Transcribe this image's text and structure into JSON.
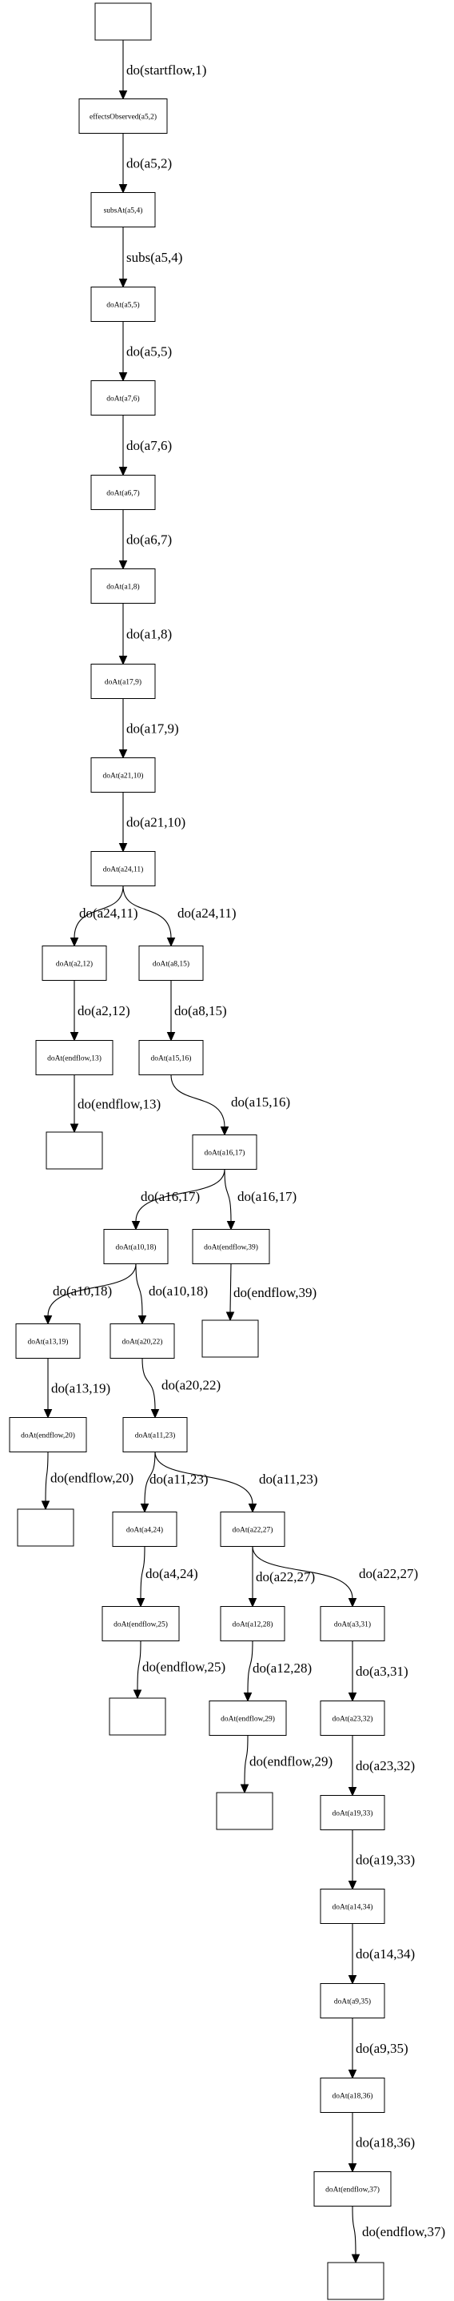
{
  "nodes": [
    {
      "id": "n0",
      "label": ""
    },
    {
      "id": "n1",
      "label": "effectsObserved(a5,2)"
    },
    {
      "id": "n2",
      "label": "subsAt(a5,4)"
    },
    {
      "id": "n3",
      "label": "doAt(a5,5)"
    },
    {
      "id": "n4",
      "label": "doAt(a7,6)"
    },
    {
      "id": "n5",
      "label": "doAt(a6,7)"
    },
    {
      "id": "n6",
      "label": "doAt(a1,8)"
    },
    {
      "id": "n7",
      "label": "doAt(a17,9)"
    },
    {
      "id": "n8",
      "label": "doAt(a21,10)"
    },
    {
      "id": "n9",
      "label": "doAt(a24,11)"
    },
    {
      "id": "n10",
      "label": "doAt(a2,12)"
    },
    {
      "id": "n11",
      "label": "doAt(a8,15)"
    },
    {
      "id": "n12",
      "label": "doAt(endflow,13)"
    },
    {
      "id": "n13",
      "label": "doAt(a15,16)"
    },
    {
      "id": "n14",
      "label": ""
    },
    {
      "id": "n15",
      "label": "doAt(a16,17)"
    },
    {
      "id": "n16",
      "label": "doAt(a10,18)"
    },
    {
      "id": "n17",
      "label": "doAt(endflow,39)"
    },
    {
      "id": "n18",
      "label": "doAt(a13,19)"
    },
    {
      "id": "n19",
      "label": "doAt(a20,22)"
    },
    {
      "id": "n20",
      "label": ""
    },
    {
      "id": "n21",
      "label": "doAt(endflow,20)"
    },
    {
      "id": "n22",
      "label": "doAt(a11,23)"
    },
    {
      "id": "n23",
      "label": ""
    },
    {
      "id": "n24",
      "label": "doAt(a4,24)"
    },
    {
      "id": "n25",
      "label": "doAt(a22,27)"
    },
    {
      "id": "n26",
      "label": "doAt(endflow,25)"
    },
    {
      "id": "n27",
      "label": "doAt(a12,28)"
    },
    {
      "id": "n28",
      "label": "doAt(a3,31)"
    },
    {
      "id": "n29",
      "label": ""
    },
    {
      "id": "n30",
      "label": "doAt(endflow,29)"
    },
    {
      "id": "n31",
      "label": "doAt(a23,32)"
    },
    {
      "id": "n32",
      "label": ""
    },
    {
      "id": "n33",
      "label": "doAt(a19,33)"
    },
    {
      "id": "n34",
      "label": "doAt(a14,34)"
    },
    {
      "id": "n35",
      "label": "doAt(a9,35)"
    },
    {
      "id": "n36",
      "label": "doAt(a18,36)"
    },
    {
      "id": "n37",
      "label": "doAt(endflow,37)"
    },
    {
      "id": "n38",
      "label": ""
    }
  ],
  "edges": [
    {
      "from": "n0",
      "to": "n1",
      "label": "do(startflow,1)"
    },
    {
      "from": "n1",
      "to": "n2",
      "label": "do(a5,2)"
    },
    {
      "from": "n2",
      "to": "n3",
      "label": "subs(a5,4)"
    },
    {
      "from": "n3",
      "to": "n4",
      "label": "do(a5,5)"
    },
    {
      "from": "n4",
      "to": "n5",
      "label": "do(a7,6)"
    },
    {
      "from": "n5",
      "to": "n6",
      "label": "do(a6,7)"
    },
    {
      "from": "n6",
      "to": "n7",
      "label": "do(a1,8)"
    },
    {
      "from": "n7",
      "to": "n8",
      "label": "do(a17,9)"
    },
    {
      "from": "n8",
      "to": "n9",
      "label": "do(a21,10)"
    },
    {
      "from": "n9",
      "to": "n10",
      "label": "do(a24,11)"
    },
    {
      "from": "n9",
      "to": "n11",
      "label": "do(a24,11)"
    },
    {
      "from": "n10",
      "to": "n12",
      "label": "do(a2,12)"
    },
    {
      "from": "n11",
      "to": "n13",
      "label": "do(a8,15)"
    },
    {
      "from": "n12",
      "to": "n14",
      "label": "do(endflow,13)"
    },
    {
      "from": "n13",
      "to": "n15",
      "label": "do(a15,16)"
    },
    {
      "from": "n15",
      "to": "n16",
      "label": "do(a16,17)"
    },
    {
      "from": "n15",
      "to": "n17",
      "label": "do(a16,17)"
    },
    {
      "from": "n16",
      "to": "n18",
      "label": "do(a10,18)"
    },
    {
      "from": "n16",
      "to": "n19",
      "label": "do(a10,18)"
    },
    {
      "from": "n17",
      "to": "n20",
      "label": "do(endflow,39)"
    },
    {
      "from": "n18",
      "to": "n21",
      "label": "do(a13,19)"
    },
    {
      "from": "n19",
      "to": "n22",
      "label": "do(a20,22)"
    },
    {
      "from": "n21",
      "to": "n23",
      "label": "do(endflow,20)"
    },
    {
      "from": "n22",
      "to": "n24",
      "label": "do(a11,23)"
    },
    {
      "from": "n22",
      "to": "n25",
      "label": "do(a11,23)"
    },
    {
      "from": "n24",
      "to": "n26",
      "label": "do(a4,24)"
    },
    {
      "from": "n25",
      "to": "n27",
      "label": "do(a22,27)"
    },
    {
      "from": "n25",
      "to": "n28",
      "label": "do(a22,27)"
    },
    {
      "from": "n26",
      "to": "n29",
      "label": "do(endflow,25)"
    },
    {
      "from": "n27",
      "to": "n30",
      "label": "do(a12,28)"
    },
    {
      "from": "n28",
      "to": "n31",
      "label": "do(a3,31)"
    },
    {
      "from": "n30",
      "to": "n32",
      "label": "do(endflow,29)"
    },
    {
      "from": "n31",
      "to": "n33",
      "label": "do(a23,32)"
    },
    {
      "from": "n33",
      "to": "n34",
      "label": "do(a19,33)"
    },
    {
      "from": "n34",
      "to": "n35",
      "label": "do(a14,34)"
    },
    {
      "from": "n35",
      "to": "n36",
      "label": "do(a9,35)"
    },
    {
      "from": "n36",
      "to": "n37",
      "label": "do(a18,36)"
    },
    {
      "from": "n37",
      "to": "n38",
      "label": "do(endflow,37)"
    }
  ]
}
